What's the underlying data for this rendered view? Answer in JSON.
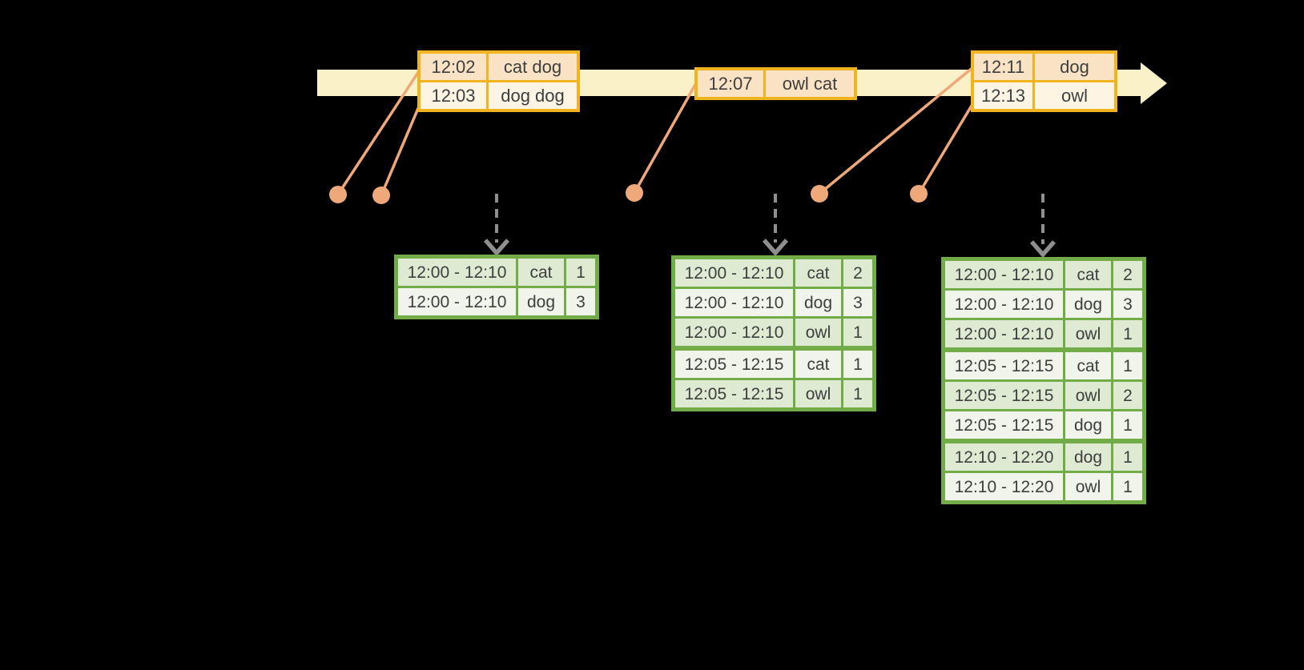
{
  "colors": {
    "background": "#000000",
    "timeline_band": "#FBF1C9",
    "gold_border": "#F0B41E",
    "event_row_dark": "#FAE2C5",
    "event_row_light": "#FDF4E4",
    "salmon_connector": "#EFA87A",
    "green_border": "#72AC48",
    "result_row_dark": "#DFEAD3",
    "result_row_light": "#F0F4EB",
    "trigger_arrow_gray": "#8F8F8F",
    "text": "#3E3E3E"
  },
  "timeline": {
    "event_tables": [
      {
        "rows": [
          {
            "time": "12:02",
            "words": "cat dog"
          },
          {
            "time": "12:03",
            "words": "dog dog"
          }
        ]
      },
      {
        "rows": [
          {
            "time": "12:07",
            "words": "owl cat"
          }
        ]
      },
      {
        "rows": [
          {
            "time": "12:11",
            "words": "dog"
          },
          {
            "time": "12:13",
            "words": "owl"
          }
        ]
      }
    ]
  },
  "result_tables": [
    {
      "rows": [
        {
          "window": "12:00 - 12:10",
          "word": "cat",
          "count": "1"
        },
        {
          "window": "12:00 - 12:10",
          "word": "dog",
          "count": "3"
        }
      ],
      "group_breaks": []
    },
    {
      "rows": [
        {
          "window": "12:00 - 12:10",
          "word": "cat",
          "count": "2"
        },
        {
          "window": "12:00 - 12:10",
          "word": "dog",
          "count": "3"
        },
        {
          "window": "12:00 - 12:10",
          "word": "owl",
          "count": "1"
        },
        {
          "window": "12:05 - 12:15",
          "word": "cat",
          "count": "1"
        },
        {
          "window": "12:05 - 12:15",
          "word": "owl",
          "count": "1"
        }
      ],
      "group_breaks": [
        3
      ]
    },
    {
      "rows": [
        {
          "window": "12:00 - 12:10",
          "word": "cat",
          "count": "2"
        },
        {
          "window": "12:00 - 12:10",
          "word": "dog",
          "count": "3"
        },
        {
          "window": "12:00 - 12:10",
          "word": "owl",
          "count": "1"
        },
        {
          "window": "12:05 - 12:15",
          "word": "cat",
          "count": "1"
        },
        {
          "window": "12:05 - 12:15",
          "word": "owl",
          "count": "2"
        },
        {
          "window": "12:05 - 12:15",
          "word": "dog",
          "count": "1"
        },
        {
          "window": "12:10 - 12:20",
          "word": "dog",
          "count": "1"
        },
        {
          "window": "12:10 - 12:20",
          "word": "owl",
          "count": "1"
        }
      ],
      "group_breaks": [
        3,
        6
      ]
    }
  ],
  "icons": {
    "timeline_arrow": "right-arrow-band",
    "event_dot": "filled-circle",
    "trigger_arrow": "dashed-down-arrow"
  }
}
